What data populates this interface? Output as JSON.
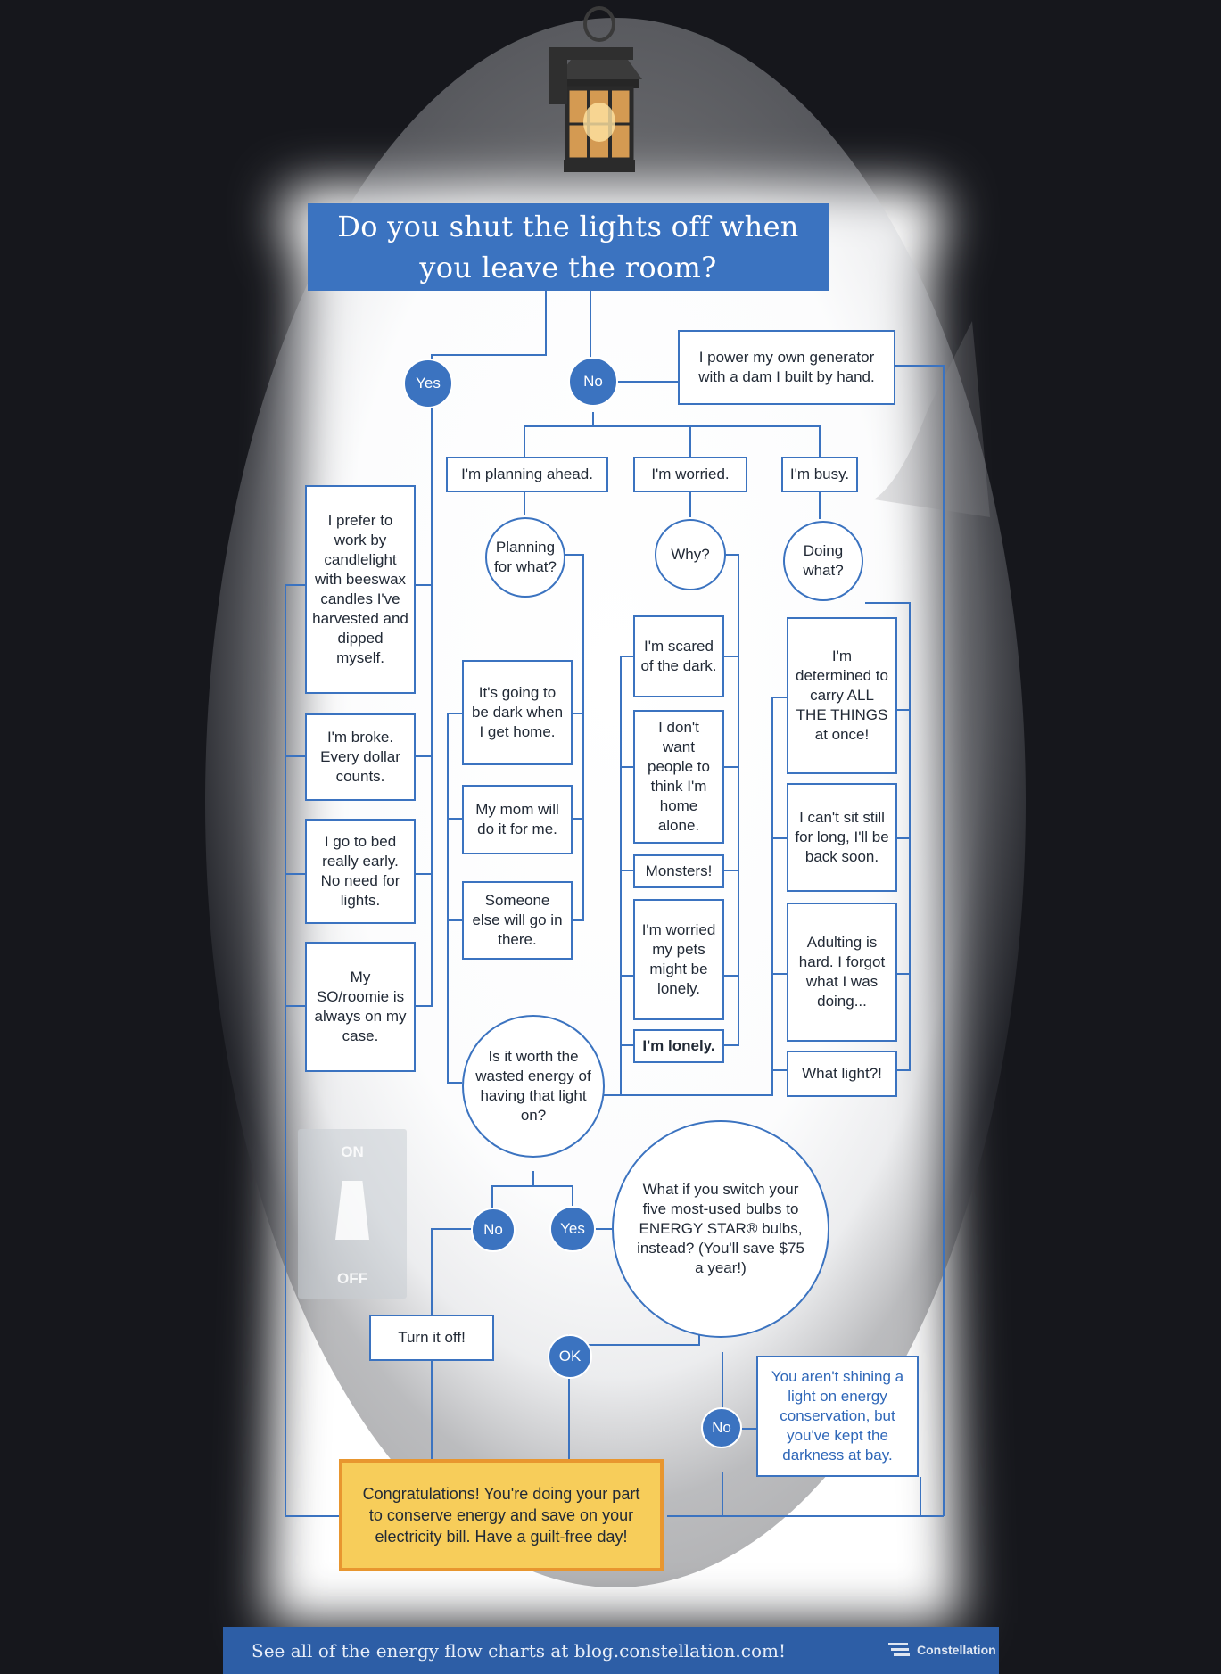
{
  "title": "Do you shut the lights off when you leave the room?",
  "answers": {
    "yes": "Yes",
    "no": "No",
    "ok": "OK"
  },
  "generator": "I power my own generator with a dam I built by hand.",
  "branches": {
    "planning": "I'm planning ahead.",
    "worried": "I'm worried.",
    "busy": "I'm busy."
  },
  "questions": {
    "planning_for_what": "Planning for what?",
    "why": "Why?",
    "doing_what": "Doing what?",
    "worth_it": "Is it worth the wasted energy of having that light on?",
    "energy_star": "What if you switch your five most-used bulbs to ENERGY STAR® bulbs, instead? (You'll save $75 a year!)"
  },
  "yes_reasons": [
    "I prefer to work by candlelight with beeswax candles I've harvested and dipped myself.",
    "I'm broke. Every dollar counts.",
    "I go to bed really early. No need for lights.",
    "My SO/roomie is always on my case."
  ],
  "planning_reasons": [
    "It's going to be dark when I get home.",
    "My mom will do it for me.",
    "Someone else will go in there."
  ],
  "worried_reasons": [
    "I'm scared of the dark.",
    "I don't want people to think I'm home alone.",
    "Monsters!",
    "I'm worried my pets might be lonely.",
    "I'm lonely."
  ],
  "busy_reasons": [
    "I'm determined to carry ALL THE THINGS at once!",
    "I can't sit still for long, I'll be back soon.",
    "Adulting is hard. I forgot what I was doing...",
    "What light?!"
  ],
  "turn_off": "Turn it off!",
  "dark_outcome": "You aren't shining a light on energy conservation, but you've kept the darkness at bay.",
  "congrats": "Congratulations! You're doing your part to conserve energy and save on your electricity bill. Have a guilt-free day!",
  "switch": {
    "on": "ON",
    "off": "OFF"
  },
  "footer": "See all of the energy flow charts at blog.constellation.com!",
  "brand": "Constellation",
  "colors": {
    "background": "#16171c",
    "accent_blue": "#3b73c0",
    "highlight_yellow": "#f7cd5a",
    "highlight_orange": "#e8962f"
  }
}
